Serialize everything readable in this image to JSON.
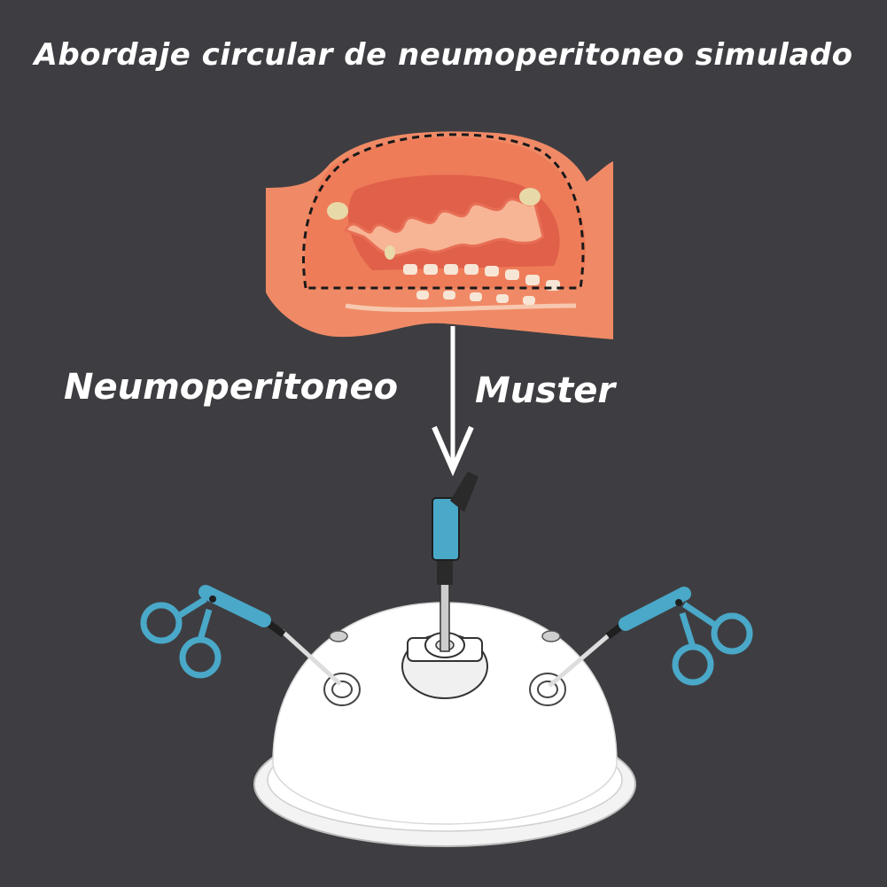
{
  "title": "Abordaje circular de neumoperitoneo simulado",
  "labels": {
    "left": "Neumoperitoneo",
    "right": "Muster"
  },
  "colors": {
    "background": "#3e3e42",
    "body_tissue": "#f08a66",
    "organ_light": "#f7b596",
    "instrument_blue": "#4aa8c8",
    "dome": "#ffffff"
  },
  "icons": {
    "abdomen": "abdomen-cross-section-icon",
    "arrow": "arrow-down-icon",
    "dome": "simulator-dome-icon",
    "left_tool": "laparoscopic-grasper-icon",
    "right_tool": "laparoscopic-grasper-icon",
    "camera": "laparoscope-icon"
  }
}
